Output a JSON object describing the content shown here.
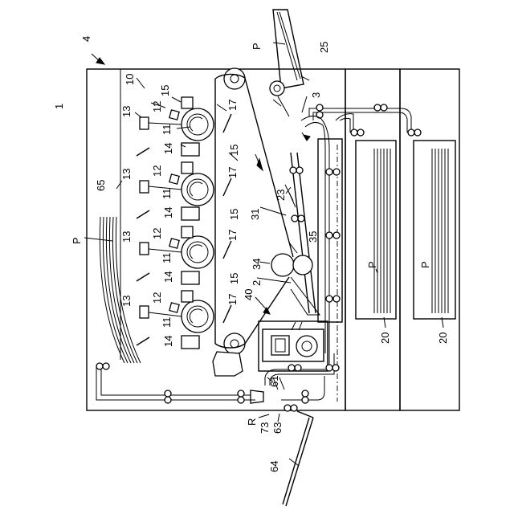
{
  "figure": {
    "labels": {
      "device": "1",
      "apparatus": "4",
      "process_unit": "10",
      "photoconductor": "11",
      "charger": "12",
      "exposure": "13",
      "developer": "14",
      "cleaner": "15",
      "transfer_roller": "17",
      "sheet": "P",
      "tray": "20",
      "transfer_unit": "2",
      "conveyance": "3",
      "manual_tray": "25",
      "guide_23": "23",
      "belt_31": "31",
      "roller_34": "34",
      "roller_35": "35",
      "fixing": "40",
      "output_61": "61",
      "output_63": "63",
      "output_tray": "64",
      "stack_tray": "65",
      "roller_73": "73",
      "path_R": "R"
    }
  }
}
